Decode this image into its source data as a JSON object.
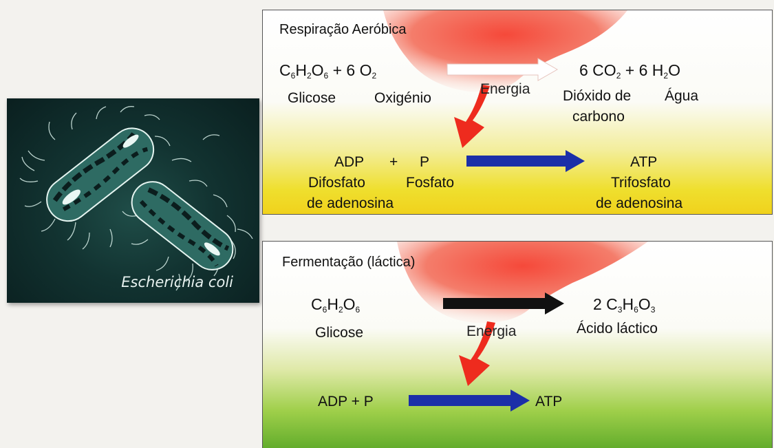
{
  "photo": {
    "caption": "Escherichia coli"
  },
  "aerobic": {
    "title": "Respiração Aeróbica",
    "reactant1": {
      "formula": [
        "C",
        "6",
        "H",
        "2",
        "O",
        "6",
        " + 6 O",
        "2"
      ],
      "label": "Glicose"
    },
    "reactant2_label": "Oxigénio",
    "energy_label": "Energia",
    "products": {
      "formula": [
        "6 CO",
        "2",
        " + 6 H",
        "2",
        "O"
      ]
    },
    "product1_label": "Dióxido de",
    "product1_label2": "carbono",
    "product2_label": "Água",
    "adp": "ADP",
    "plus": "+",
    "p": "P",
    "adp_label1": "Difosfato",
    "adp_label2": "de adenosina",
    "p_label": "Fosfato",
    "atp": "ATP",
    "atp_label1": "Trifosfato",
    "atp_label2": "de adenosina",
    "colors": {
      "energy": "#ee2b1e",
      "white_arrow": "#ffffff",
      "atp_arrow": "#1b2fa8"
    }
  },
  "fermentation": {
    "title": "Fermentação (láctica)",
    "reactant": {
      "formula": [
        "C",
        "6",
        "H",
        "2",
        "O",
        "6"
      ],
      "label": "Glicose"
    },
    "energy_label": "Energia",
    "product": {
      "formula": [
        "2 C",
        "3",
        "H",
        "6",
        "O",
        "3"
      ],
      "label": "Ácido láctico"
    },
    "adp_p": "ADP + P",
    "atp": "ATP",
    "colors": {
      "energy": "#ee2b1e",
      "main_arrow": "#111111",
      "atp_arrow": "#1b2fa8"
    }
  }
}
